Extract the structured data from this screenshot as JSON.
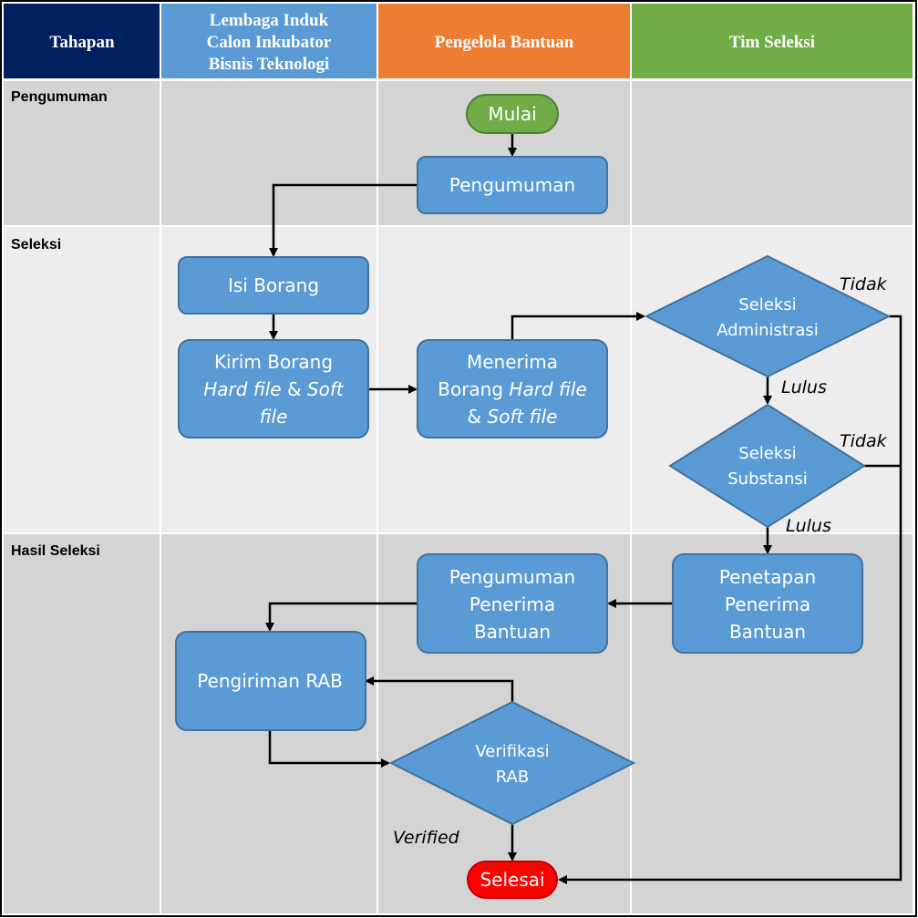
{
  "headers": {
    "tahapan": "Tahapan",
    "lembaga": [
      "Lembaga Induk",
      "Calon Inkubator",
      "Bisnis Teknologi"
    ],
    "pengelola": "Pengelola Bantuan",
    "tim": "Tim Seleksi"
  },
  "phases": {
    "pengumuman": "Pengumuman",
    "seleksi": "Seleksi",
    "hasil": "Hasil Seleksi"
  },
  "nodes": {
    "mulai": "Mulai",
    "pengumuman": "Pengumuman",
    "isi_borang": "Isi Borang",
    "kirim_1": "Kirim Borang",
    "kirim_2a": "Hard file",
    "kirim_2b": " & ",
    "kirim_2c": "Soft",
    "kirim_3": "file",
    "menerima_1": "Menerima",
    "menerima_2a": "Borang ",
    "menerima_2b": "Hard file",
    "menerima_3a": "& ",
    "menerima_3b": "Soft file",
    "adm_1": "Seleksi",
    "adm_2": "Administrasi",
    "sub_1": "Seleksi",
    "sub_2": "Substansi",
    "penetapan_1": "Penetapan",
    "penetapan_2": "Penerima",
    "penetapan_3": "Bantuan",
    "pengpen_1": "Pengumuman",
    "pengpen_2": "Penerima",
    "pengpen_3": "Bantuan",
    "rab": "Pengiriman RAB",
    "verif_1": "Verifikasi",
    "verif_2": "RAB",
    "selesai": "Selesai"
  },
  "labels": {
    "tidak_adm": "Tidak",
    "lulus_adm": "Lulus",
    "tidak_sub": "Tidak",
    "lulus_sub": "Lulus",
    "verified": "Verified"
  },
  "colors": {
    "tahapan": "#002060",
    "lembaga": "#5b9bd5",
    "pengelola": "#ed7d31",
    "tim": "#70ad47",
    "row_dark": "#d4d4d4",
    "row_light": "#ededed",
    "node": "#5b9bd5",
    "start": "#70ad47",
    "end": "#ff0000"
  }
}
